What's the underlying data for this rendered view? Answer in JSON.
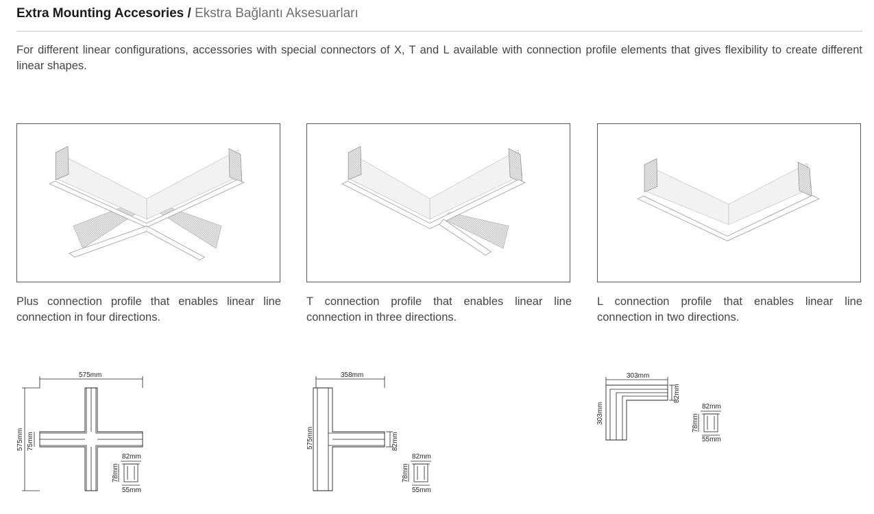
{
  "header": {
    "title_en": "Extra Mounting Accesories /",
    "title_tr": "Ekstra Bağlantı Aksesuarları"
  },
  "intro": "For different linear configurations, accessories with special connectors of X, T and L available with connection profile elements that gives flexibility to create different linear shapes.",
  "products": [
    {
      "id": "plus",
      "caption": "Plus connection profile that enables linear line connection in four directions.",
      "dimensions": {
        "width": "575mm",
        "height": "575mm",
        "profile_width": "75mm",
        "section_top": "82mm",
        "section_height": "78mm",
        "section_bottom": "55mm"
      }
    },
    {
      "id": "t",
      "caption": "T connection profile that enables linear line connection in three directions.",
      "dimensions": {
        "width": "358mm",
        "height": "575mm",
        "profile_width": "82mm",
        "section_top": "82mm",
        "section_height": "78mm",
        "section_bottom": "55mm"
      }
    },
    {
      "id": "l",
      "caption": "L connection profile that enables linear line connection in two directions.",
      "dimensions": {
        "width": "303mm",
        "height": "303mm",
        "profile_width": "82mm",
        "section_top": "82mm",
        "section_height": "78mm",
        "section_bottom": "55mm"
      }
    }
  ],
  "colors": {
    "text": "#333333",
    "title": "#1a1a1a",
    "subtitle": "#6e6e6e",
    "rule": "#c8c8c8",
    "frame": "#555555",
    "line": "#222222"
  }
}
